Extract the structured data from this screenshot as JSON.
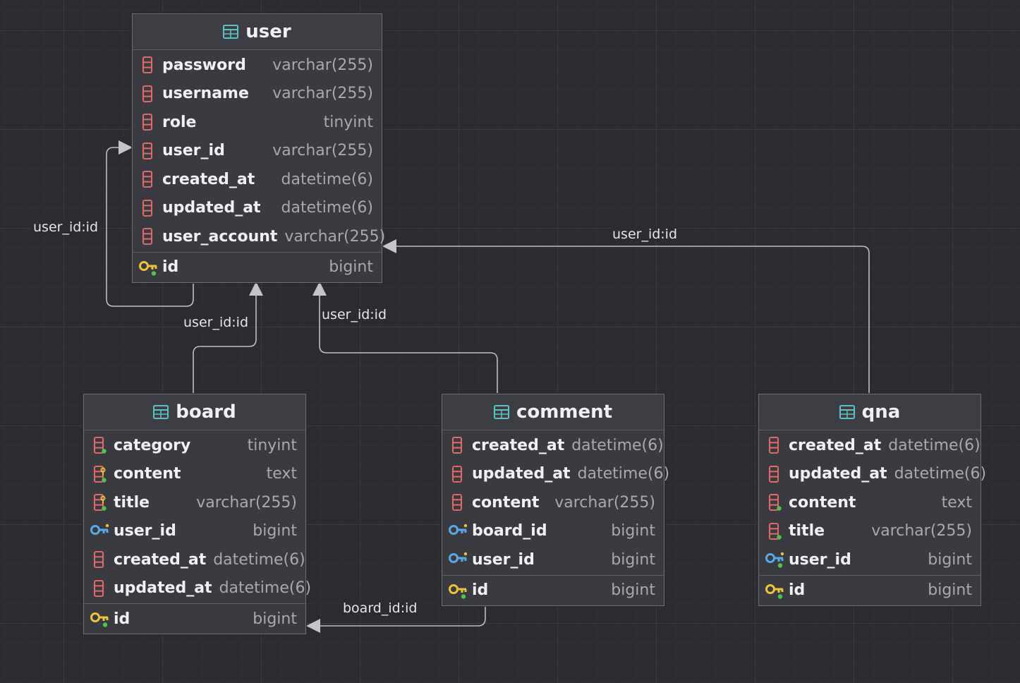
{
  "entities": {
    "user": {
      "name": "user",
      "columns": [
        {
          "name": "password",
          "type": "varchar(255)",
          "icon": "column-icon"
        },
        {
          "name": "username",
          "type": "varchar(255)",
          "icon": "column-icon"
        },
        {
          "name": "role",
          "type": "tinyint",
          "icon": "column-icon"
        },
        {
          "name": "user_id",
          "type": "varchar(255)",
          "icon": "column-icon"
        },
        {
          "name": "created_at",
          "type": "datetime(6)",
          "icon": "column-icon"
        },
        {
          "name": "updated_at",
          "type": "datetime(6)",
          "icon": "column-icon"
        },
        {
          "name": "user_account",
          "type": "varchar(255)",
          "icon": "column-icon"
        }
      ],
      "primary_key": {
        "name": "id",
        "type": "bigint",
        "icon": "primary-key-icon"
      }
    },
    "board": {
      "name": "board",
      "columns": [
        {
          "name": "category",
          "type": "tinyint",
          "icon": "not-null-column-icon"
        },
        {
          "name": "content",
          "type": "text",
          "icon": "indexed-column-icon"
        },
        {
          "name": "title",
          "type": "varchar(255)",
          "icon": "indexed-column-icon"
        },
        {
          "name": "user_id",
          "type": "bigint",
          "icon": "foreign-key-icon"
        },
        {
          "name": "created_at",
          "type": "datetime(6)",
          "icon": "column-icon"
        },
        {
          "name": "updated_at",
          "type": "datetime(6)",
          "icon": "column-icon"
        }
      ],
      "primary_key": {
        "name": "id",
        "type": "bigint",
        "icon": "primary-key-icon"
      }
    },
    "comment": {
      "name": "comment",
      "columns": [
        {
          "name": "created_at",
          "type": "datetime(6)",
          "icon": "column-icon"
        },
        {
          "name": "updated_at",
          "type": "datetime(6)",
          "icon": "column-icon"
        },
        {
          "name": "content",
          "type": "varchar(255)",
          "icon": "column-icon"
        },
        {
          "name": "board_id",
          "type": "bigint",
          "icon": "foreign-key-icon"
        },
        {
          "name": "user_id",
          "type": "bigint",
          "icon": "foreign-key-icon"
        }
      ],
      "primary_key": {
        "name": "id",
        "type": "bigint",
        "icon": "primary-key-icon"
      }
    },
    "qna": {
      "name": "qna",
      "columns": [
        {
          "name": "created_at",
          "type": "datetime(6)",
          "icon": "column-icon"
        },
        {
          "name": "updated_at",
          "type": "datetime(6)",
          "icon": "column-icon"
        },
        {
          "name": "content",
          "type": "text",
          "icon": "not-null-column-icon"
        },
        {
          "name": "title",
          "type": "varchar(255)",
          "icon": "not-null-column-icon"
        },
        {
          "name": "user_id",
          "type": "bigint",
          "icon": "foreign-key-not-null-icon"
        }
      ],
      "primary_key": {
        "name": "id",
        "type": "bigint",
        "icon": "primary-key-icon"
      }
    }
  },
  "relations": [
    {
      "from": "user",
      "to": "user",
      "label": "user_id:id"
    },
    {
      "from": "board",
      "to": "user",
      "label": "user_id:id"
    },
    {
      "from": "comment",
      "to": "user",
      "label": "user_id:id"
    },
    {
      "from": "qna",
      "to": "user",
      "label": "user_id:id"
    },
    {
      "from": "comment",
      "to": "board",
      "label": "board_id:id"
    }
  ],
  "colors": {
    "background": "#2b2c30",
    "entity_background": "#393b40",
    "table_icon": "#5cc1c3",
    "column_icon": "#e06a6a",
    "key_gold": "#f0c23a",
    "foreign_key_blue": "#5aa9e6",
    "not_null_dot": "#4fc34f"
  }
}
